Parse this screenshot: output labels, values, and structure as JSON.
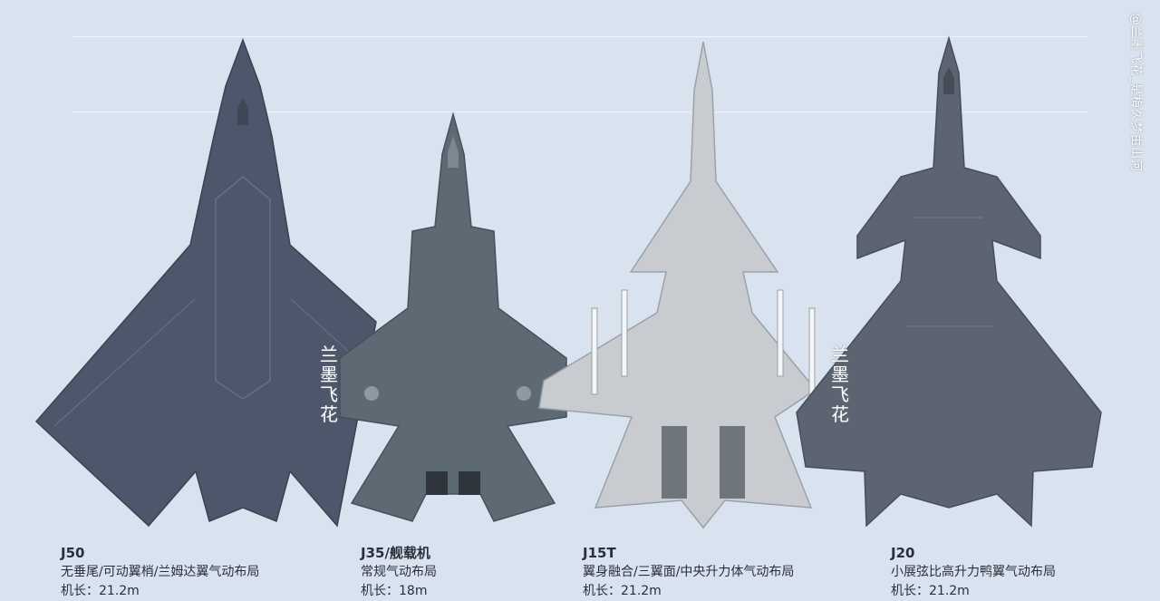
{
  "aircraft": [
    {
      "name": "J50",
      "desc": "无垂尾/可动翼梢/兰姆达翼气动布局",
      "length": "机长：21.2m"
    },
    {
      "name": "J35/舰载机",
      "desc": "常规气动布局",
      "length": "机长：18m"
    },
    {
      "name": "J15T",
      "desc": "翼身融合/三翼面/中央升力体气动布局",
      "length": "机长：21.2m"
    },
    {
      "name": "J20",
      "desc": "小展弦比高升力鸭翼气动布局",
      "length": "机长：21.2m"
    }
  ],
  "watermark": {
    "calligraphy": "兰墨飞花",
    "side": "@兰墨飞花_是梅久梦由山河"
  },
  "colors": {
    "background": "#d9e3ef",
    "j50": "#4d566a",
    "j35": "#5d6a74",
    "j15t": "#c8ccd1",
    "j20": "#5c6472"
  }
}
